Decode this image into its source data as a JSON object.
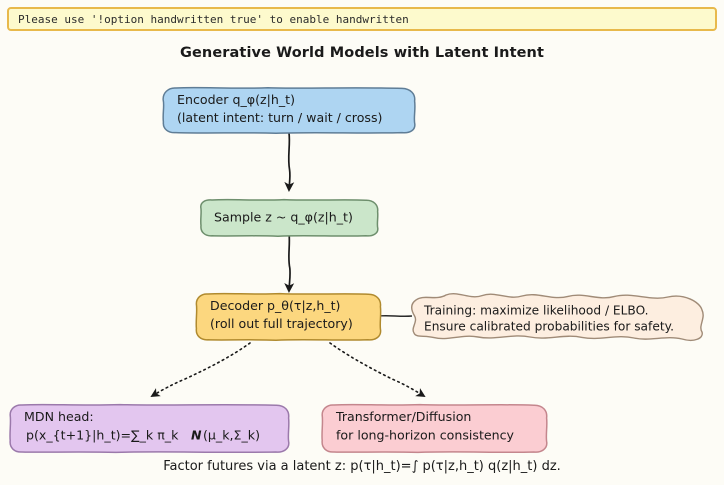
{
  "notice": {
    "text": "Please use '!option handwritten true' to enable handwritten",
    "bg_color": "#fdfacd",
    "border_color": "#e8b94b"
  },
  "page": {
    "background_color": "#fdfcf6",
    "title": "Generative World Models with Latent Intent"
  },
  "diagram": {
    "nodes": [
      {
        "id": "encoder",
        "line1": "Encoder q_φ(z|h_t)",
        "line2": "(latent intent: turn / wait / cross)",
        "fill": "#aed5f2",
        "stroke": "#5f7d96"
      },
      {
        "id": "sample",
        "line1": "Sample z ~ q_φ(z|h_t)",
        "line2": "",
        "fill": "#cbe6ca",
        "stroke": "#6e8f6d"
      },
      {
        "id": "decoder",
        "line1": "Decoder p_θ(τ|z,h_t)",
        "line2": "(roll out full trajectory)",
        "fill": "#fcd77f",
        "stroke": "#b08a2e"
      },
      {
        "id": "mdn",
        "line1": "MDN head:",
        "line2": "p(x_{t+1}|h_t)=∑_k π_k",
        "line2_sym": "Ν",
        "line2_tail": "(μ_k,Σ_k)",
        "fill": "#e3c6ef",
        "stroke": "#9b79ab"
      },
      {
        "id": "transformer",
        "line1": "Transformer/Diffusion",
        "line2": "for long-horizon consistency",
        "fill": "#fbcdd2",
        "stroke": "#c4868d"
      }
    ],
    "note": {
      "id": "training-note",
      "line1": "Training: maximize likelihood / ELBO.",
      "line2": "Ensure calibrated probabilities for safety.",
      "fill": "#fdeee0",
      "stroke": "#a08b77"
    },
    "edges": [
      {
        "id": "encoder-to-sample",
        "style": "solid"
      },
      {
        "id": "sample-to-decoder",
        "style": "solid"
      },
      {
        "id": "decoder-to-mdn",
        "style": "dotted"
      },
      {
        "id": "decoder-to-transformer",
        "style": "dotted"
      },
      {
        "id": "decoder-to-note",
        "style": "connector"
      }
    ]
  },
  "caption": {
    "text": "Factor futures via a latent z:  p(τ|h_t)=∫ p(τ|z,h_t) q(z|h_t) dz."
  }
}
